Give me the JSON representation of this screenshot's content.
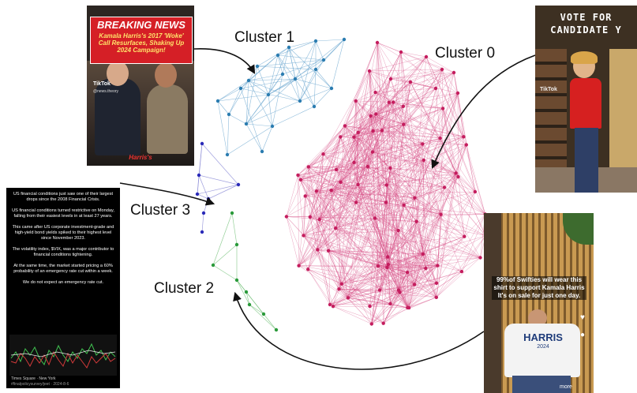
{
  "labels": {
    "cluster0": "Cluster 0",
    "cluster1": "Cluster 1",
    "cluster2": "Cluster 2",
    "cluster3": "Cluster 3"
  },
  "colors": {
    "cluster0": "#c41d5e",
    "cluster1": "#2b7cb0",
    "cluster2": "#2a9a3a",
    "cluster3": "#2a2ab8",
    "edge0": "#d6457f",
    "edge1": "#6aa5cf",
    "edge2": "#7bc47f",
    "edge3": "#8a8ad6"
  },
  "thumb_breaking": {
    "banner": "BREAKING NEWS",
    "headline": "Kamala Harris's 2017 'Woke' Call Resurfaces, Shaking Up 2024 Campaign!",
    "tiktok": "TikTok",
    "handle": "@news.theory",
    "footer": "Harris's"
  },
  "thumb_vote": {
    "line1": "VOTE FOR",
    "line2": "CANDIDATE Y",
    "tiktok": "TikTok"
  },
  "thumb_finance": {
    "paragraphs": [
      "US financial conditions just saw one of their largest drops since the 2008 Financial Crisis.",
      "US financial conditions turned restrictive on Monday, falling from their easiest levels in at least 27 years.",
      "This came after US corporate investment-grade and high-yield bond yields spiked to their highest level since November 2023.",
      "The volatility index, $VIX, was a major contributor to financial conditions tightening.",
      "At the same time, the market started pricing a 60% probability of an emergency rate cut within a week.",
      "We do not expect an emergency rate cut."
    ],
    "chart_caption": "Times Square · New York",
    "chart_source": "#finalpolicysurvey/jeet · 2024-8-6"
  },
  "thumb_swifties": {
    "caption": "99%of Swifties will wear this shirt to support Kamala Harris It's on sale for just one day.",
    "shirt_text": "HARRIS",
    "shirt_sub": "2024",
    "footer": "more"
  }
}
